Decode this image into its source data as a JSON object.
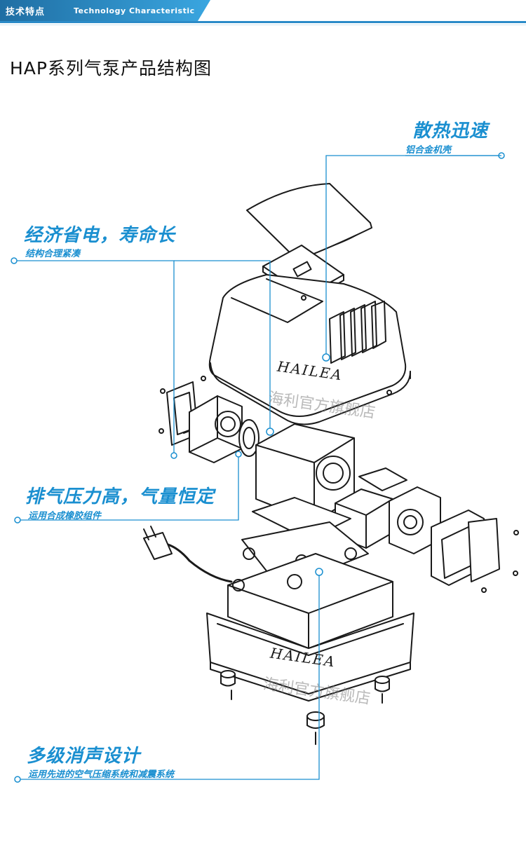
{
  "header": {
    "title_cn": "技术特点",
    "title_en": "Technology Characteristic"
  },
  "page_title": "HAP系列气泵产品结构图",
  "callouts": [
    {
      "heading": "散热迅速",
      "sub": "铝合金机壳"
    },
    {
      "heading": "经济省电，寿命长",
      "sub": "结构合理紧凑"
    },
    {
      "heading": "排气压力高，气量恒定",
      "sub": "运用合成橡胶组件"
    },
    {
      "heading": "多级消声设计",
      "sub": "运用先进的空气压缩系统和减震系统"
    }
  ],
  "brand_labels": [
    "HAILEA",
    "HAILEA"
  ],
  "watermarks": [
    "海利官方旗舰店",
    "海利官方旗舰店"
  ],
  "colors": {
    "accent": "#1a8fd0",
    "header_dark": "#1f6ea3",
    "header_light": "#3aa6e0",
    "line_art": "#1a1a1a"
  }
}
